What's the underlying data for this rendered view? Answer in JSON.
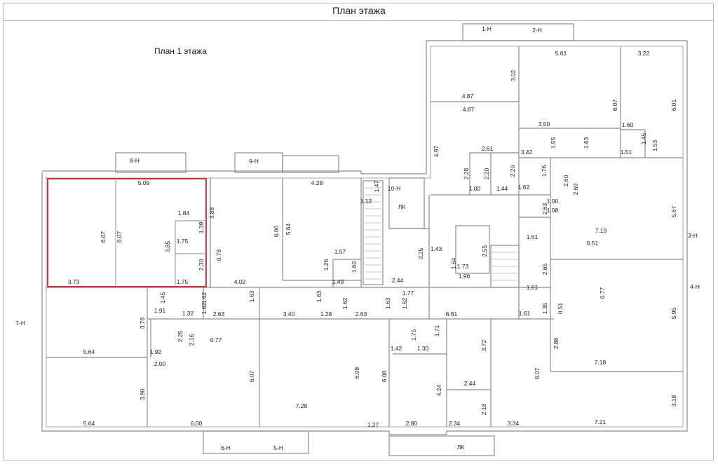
{
  "header": {
    "title": "План этажа"
  },
  "plan": {
    "subtitle": "План 1 этажа",
    "accent_color": "#c8262b",
    "wall_color": "#8c8c8c",
    "labels": [
      "5.09",
      "6.07",
      "6.07",
      "1.84",
      "1.39",
      "1.75",
      "3.85",
      "2.30",
      "0.78",
      "3.73",
      "1.75",
      "3.88",
      "4.28",
      "6.06",
      "5.64",
      "1.57",
      "1.26",
      "1.60",
      "1.49",
      "4.02",
      "1.47",
      "1.12",
      "10-Н",
      "ЛК",
      "3.25",
      "2.44",
      "1.77",
      "1.62",
      "1.91",
      "1.45",
      "3.78",
      "1.32",
      "1.62",
      "2.63",
      "1.63",
      "3.40",
      "1.63",
      "1.28",
      "1.62",
      "2.63",
      "1.63",
      "1.62",
      "6.61",
      "2.25",
      "2.16",
      "0.77",
      "1.92",
      "5.64",
      "2.00",
      "6.07",
      "6.08",
      "6.08",
      "7.28",
      "1.27",
      "3.90",
      "5.64",
      "6.00",
      "1.75",
      "1.71",
      "1.42",
      "1.30",
      "3.72",
      "2.44",
      "4.24",
      "2.18",
      "2.80",
      "2.34",
      "6.07",
      "3.34",
      "1-Н",
      "2-Н",
      "5.61",
      "3.22",
      "3.02",
      "4.87",
      "4.87",
      "6.07",
      "6.01",
      "3.50",
      "1.55",
      "1.63",
      "1.60",
      "1.45",
      "1.53",
      "1.51",
      "4.97",
      "2.61",
      "2.28",
      "2.20",
      "2.20",
      "3.42",
      "1.00",
      "1.44",
      "1.76",
      "1.62",
      "2.60",
      "2.69",
      "1.00",
      "2.63",
      "1.08",
      "5.67",
      "7.19",
      "1.61",
      "0.51",
      "1.43",
      "1.64",
      "2.55",
      "1.73",
      "1.96",
      "2.65",
      "1.61",
      "0.77",
      "1.35",
      "0.51",
      "1.61",
      "5.95",
      "2.86",
      "7.18",
      "3.18",
      "7.21",
      "8-Н",
      "9-Н",
      "7-Н",
      "3-Н",
      "4-Н",
      "6-Н",
      "5-Н",
      "ЛК"
    ]
  }
}
